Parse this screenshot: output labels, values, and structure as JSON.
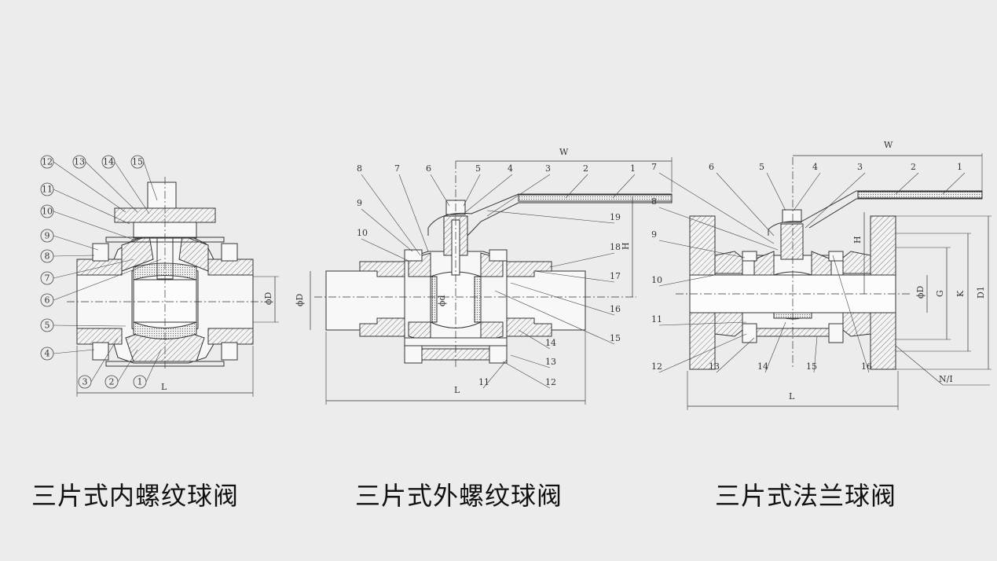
{
  "valves": [
    {
      "caption": "三片式内螺纹球阀",
      "parts": [
        "1",
        "2",
        "3",
        "4",
        "5",
        "6",
        "7",
        "8",
        "9",
        "10",
        "11",
        "12",
        "13",
        "14",
        "15"
      ],
      "dims": {
        "L": "L",
        "D": "ϕD"
      }
    },
    {
      "caption": "三片式外螺纹球阀",
      "parts": [
        "1",
        "2",
        "3",
        "4",
        "5",
        "6",
        "7",
        "8",
        "9",
        "10",
        "11",
        "12",
        "13",
        "14",
        "15",
        "16",
        "17",
        "18",
        "19"
      ],
      "dims": {
        "W": "W",
        "H": "H",
        "L": "L",
        "D": "ϕD",
        "d": "ϕd"
      }
    },
    {
      "caption": "三片式法兰球阀",
      "parts": [
        "1",
        "2",
        "3",
        "4",
        "5",
        "6",
        "7",
        "8",
        "9",
        "10",
        "11",
        "12",
        "13",
        "14",
        "15",
        "16"
      ],
      "dims": {
        "W": "W",
        "H": "H",
        "L": "L",
        "D": "ϕD",
        "G": "G",
        "K": "K",
        "D1": "D1",
        "N": "N/I"
      }
    }
  ]
}
